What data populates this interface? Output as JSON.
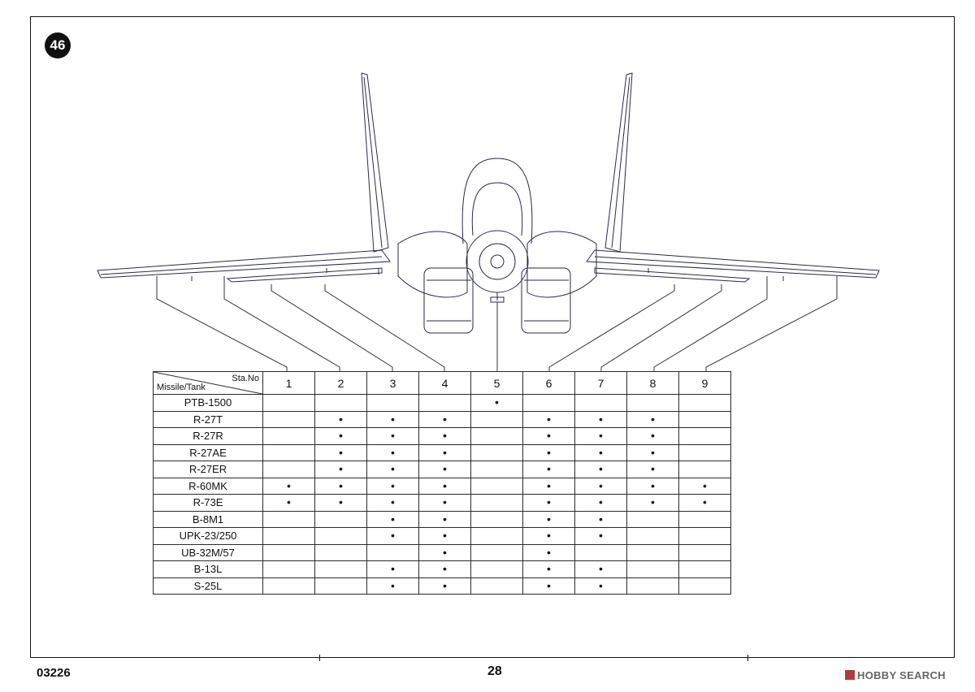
{
  "step_number": "46",
  "table": {
    "header_sta": "Sta.No",
    "header_missile": "Missile/Tank",
    "stations": [
      "1",
      "2",
      "3",
      "4",
      "5",
      "6",
      "7",
      "8",
      "9"
    ],
    "rows": [
      {
        "name": "PTB-1500",
        "stations": [
          5
        ]
      },
      {
        "name": "R-27T",
        "stations": [
          2,
          3,
          4,
          6,
          7,
          8
        ]
      },
      {
        "name": "R-27R",
        "stations": [
          2,
          3,
          4,
          6,
          7,
          8
        ]
      },
      {
        "name": "R-27AE",
        "stations": [
          2,
          3,
          4,
          6,
          7,
          8
        ]
      },
      {
        "name": "R-27ER",
        "stations": [
          2,
          3,
          4,
          6,
          7,
          8
        ]
      },
      {
        "name": "R-60MK",
        "stations": [
          1,
          2,
          3,
          4,
          6,
          7,
          8,
          9
        ]
      },
      {
        "name": "R-73E",
        "stations": [
          1,
          2,
          3,
          4,
          6,
          7,
          8,
          9
        ]
      },
      {
        "name": "B-8M1",
        "stations": [
          3,
          4,
          6,
          7
        ]
      },
      {
        "name": "UPK-23/250",
        "stations": [
          3,
          4,
          6,
          7
        ]
      },
      {
        "name": "UB-32M/57",
        "stations": [
          4,
          6
        ]
      },
      {
        "name": "B-13L",
        "stations": [
          3,
          4,
          6,
          7
        ]
      },
      {
        "name": "S-25L",
        "stations": [
          3,
          4,
          6,
          7
        ]
      }
    ],
    "dot_char": "•"
  },
  "footer": {
    "product_code": "03226",
    "page_number": "28",
    "watermark": "HOBBY SEARCH"
  }
}
